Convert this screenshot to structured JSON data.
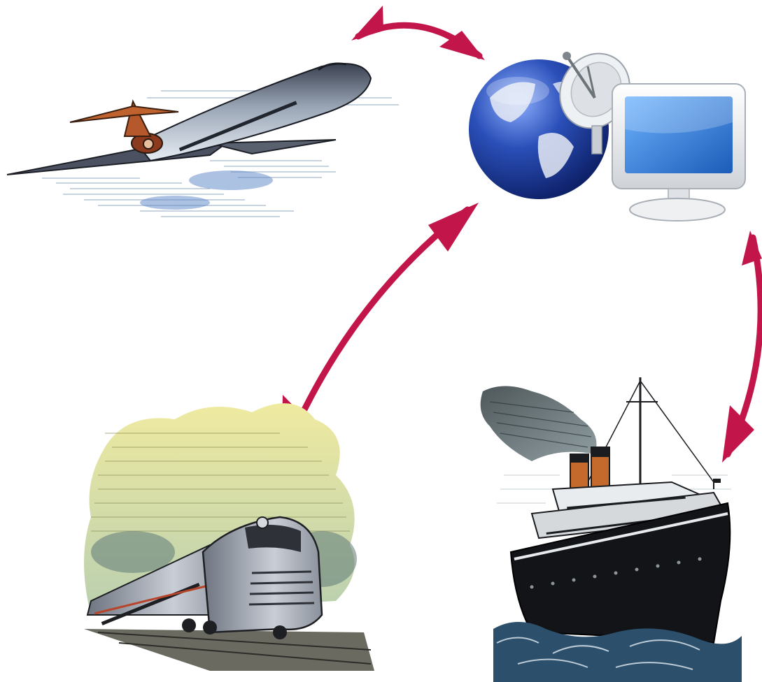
{
  "diagram": {
    "nodes": [
      {
        "id": "airplane",
        "icon": "airplane-illustration-icon"
      },
      {
        "id": "network",
        "icon": "globe-satellite-computer-icon"
      },
      {
        "id": "train",
        "icon": "streamlined-train-illustration-icon"
      },
      {
        "id": "ship",
        "icon": "ocean-liner-illustration-icon"
      }
    ],
    "connections": [
      {
        "from": "airplane",
        "to": "network",
        "direction": "bidirectional"
      },
      {
        "from": "train",
        "to": "network",
        "direction": "bidirectional"
      },
      {
        "from": "ship",
        "to": "network",
        "direction": "bidirectional"
      }
    ],
    "colors": {
      "arrow": "#c2154a",
      "globe_blue": "#1f3f9e",
      "screen_blue": "#2a73c9",
      "train_sky": "#d8d88a",
      "ship_hull": "#121418",
      "sea": "#2c4f6b"
    }
  }
}
